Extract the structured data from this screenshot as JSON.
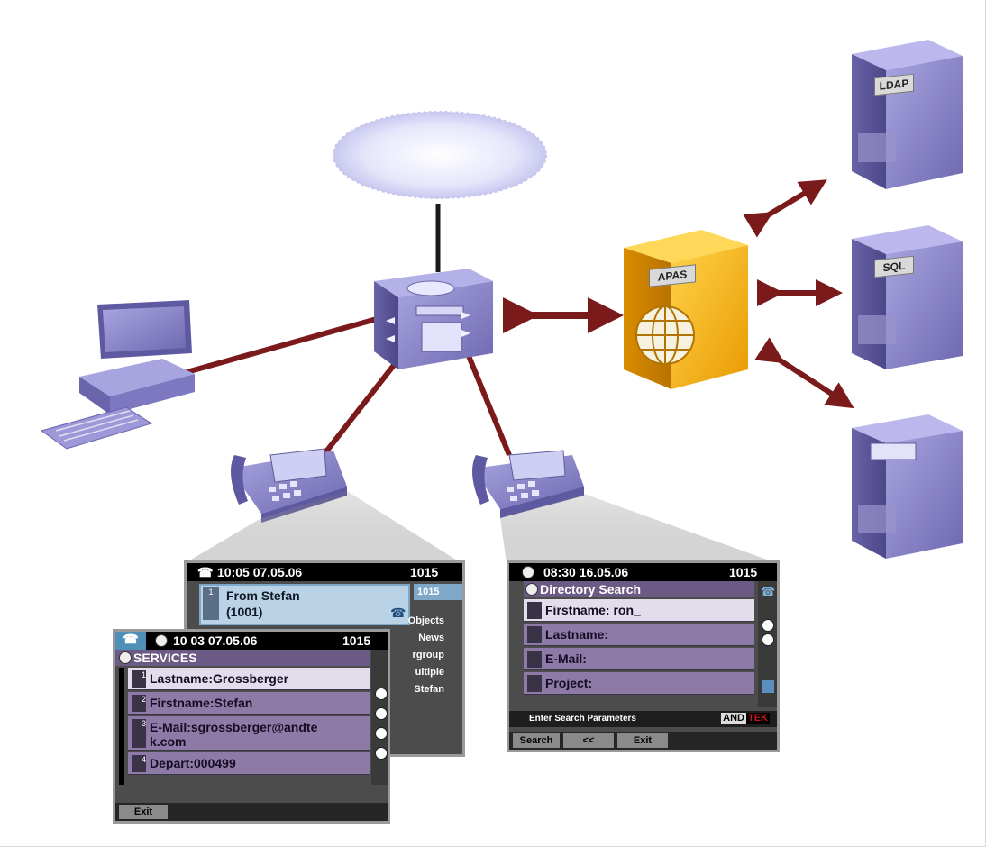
{
  "servers": {
    "apas_label": "APAS",
    "ldap_label": "LDAP",
    "sql_label": "SQL",
    "third_label": ""
  },
  "phone1_screen": {
    "back": {
      "time": "10:05 07.05.06",
      "ext": "1015",
      "line_label": "1015",
      "caller_line1": "From Stefan",
      "caller_line2": "(1001)",
      "caller_num": "1",
      "menu": [
        "Objects",
        "News",
        "rgroup",
        "ultiple",
        "Stefan"
      ]
    },
    "front": {
      "time": "10 03 07.05.06",
      "ext": "1015",
      "title": "SERVICES",
      "items": [
        {
          "num": "1",
          "label": "Lastname:Grossberger"
        },
        {
          "num": "2",
          "label": "Firstname:Stefan"
        },
        {
          "num": "3",
          "label": "E-Mail:sgrossberger@andte",
          "label2": "k.com"
        },
        {
          "num": "4",
          "label": "Depart:000499"
        }
      ],
      "softkey": "Exit"
    }
  },
  "phone2_screen": {
    "time": "08:30 16.05.06",
    "ext": "1015",
    "title": "Directory Search",
    "fields": [
      {
        "label": "Firstname: ron_"
      },
      {
        "label": "Lastname:"
      },
      {
        "label": "E-Mail:"
      },
      {
        "label": "Project:"
      }
    ],
    "status": "Enter Search Parameters",
    "brand_a": "AND",
    "brand_b": "TEK",
    "softkeys": [
      "Search",
      "<<",
      "Exit"
    ]
  },
  "colors": {
    "link_red": "#7b1a1a",
    "device_purple": "#8b86c8",
    "server_gold": "#f2b00d"
  }
}
